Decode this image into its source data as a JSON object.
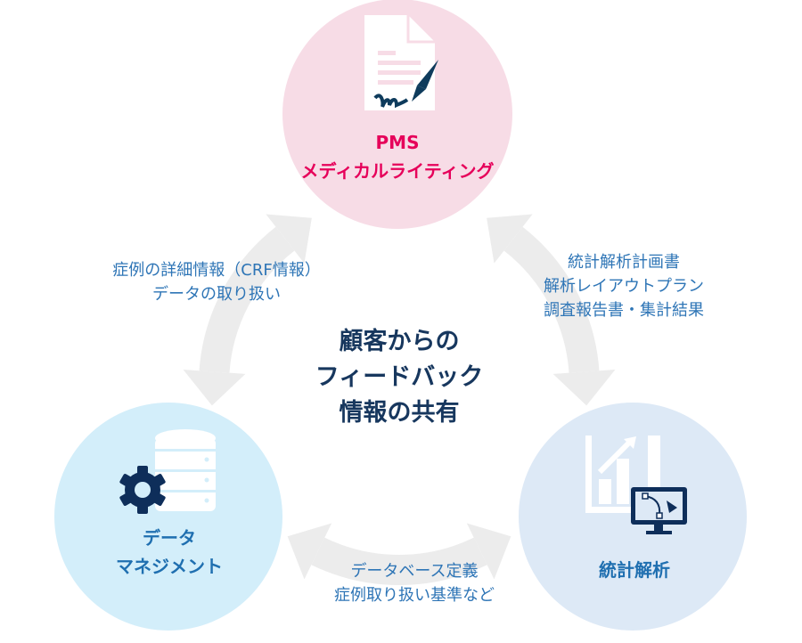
{
  "nodes": {
    "pms": {
      "line1": "PMS",
      "line2": "メディカルライティング",
      "color": "#f7dce6"
    },
    "data_management": {
      "line1": "データ",
      "line2": "マネジメント",
      "color": "#d3eefa"
    },
    "statistics": {
      "label": "統計解析",
      "color": "#dde9f6"
    }
  },
  "flows": {
    "left": [
      "症例の詳細情報（CRF情報）",
      "データの取り扱い"
    ],
    "right": [
      "統計解析計画書",
      "解析レイアウトプラン",
      "調査報告書・集計結果"
    ],
    "bottom": [
      "データベース定義",
      "症例取り扱い基準など"
    ]
  },
  "center": [
    "顧客からの",
    "フィードバック",
    "情報の共有"
  ],
  "colors": {
    "arrow": "#ececec",
    "icon_dark": "#0e2e5a",
    "icon_light": "#ffffff"
  }
}
